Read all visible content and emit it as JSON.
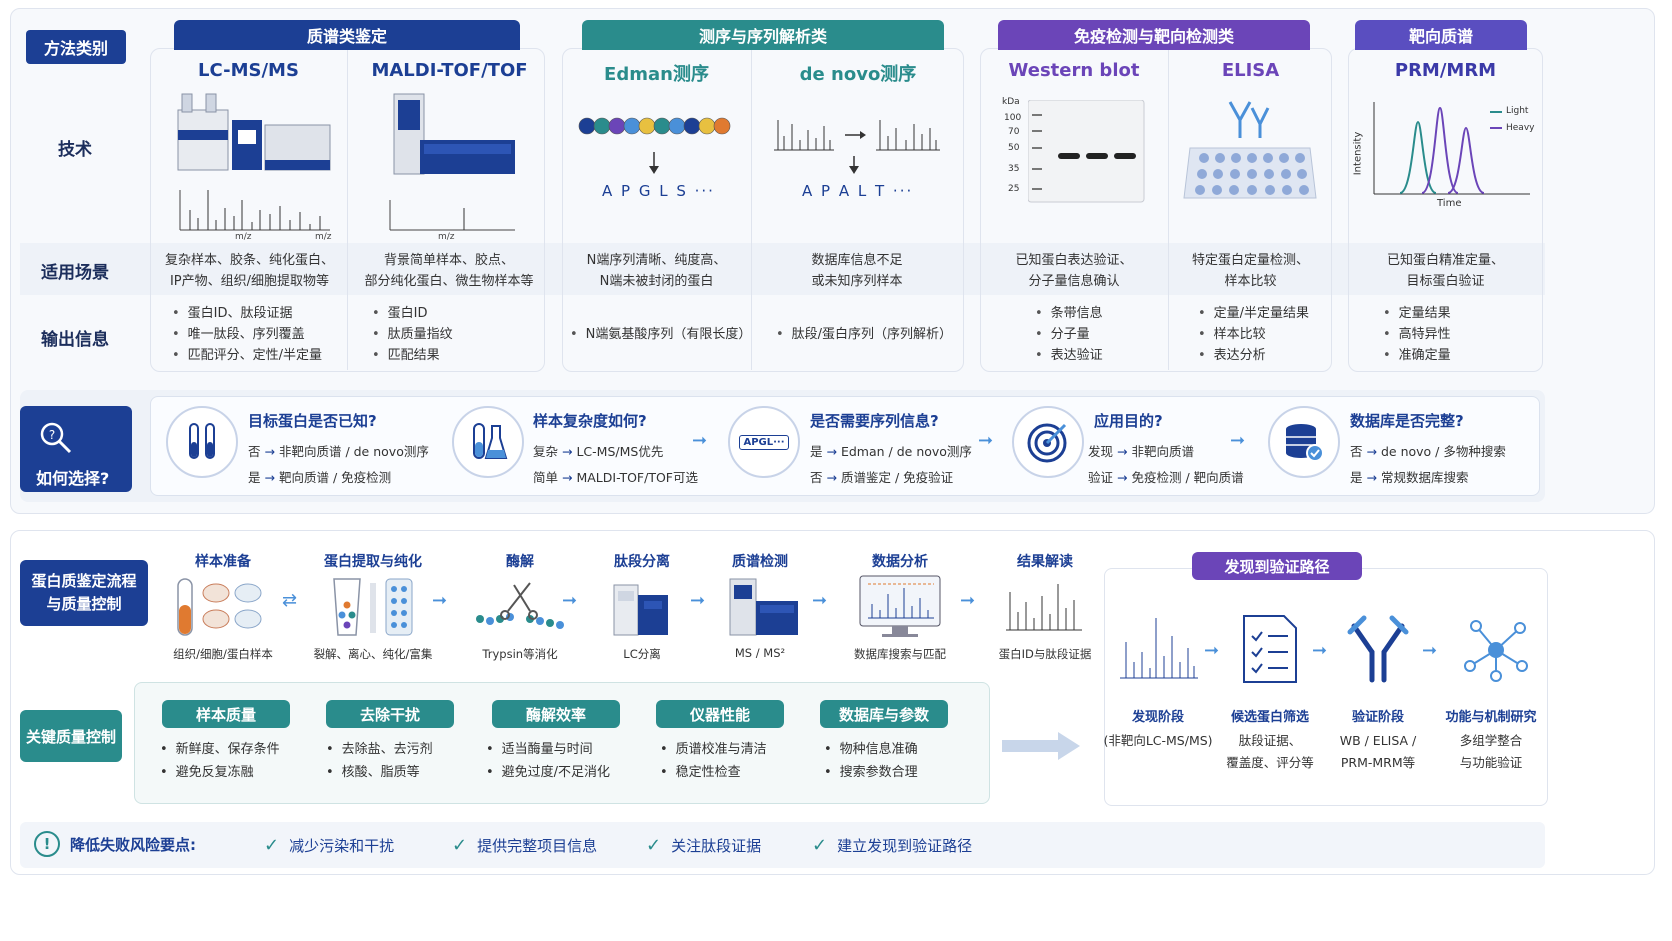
{
  "colors": {
    "navy": "#1c3f94",
    "teal": "#2a8c8c",
    "purple": "#6b45b8",
    "band": "#eef2f8"
  },
  "row_labels": {
    "method": "方法类别",
    "tech": "技术",
    "scene": "适用场景",
    "output": "输出信息"
  },
  "groups": [
    {
      "name": "质谱类鉴定",
      "methods": [
        {
          "name": "LC-MS/MS",
          "scene": [
            "复杂样本、胶条、纯化蛋白、",
            "IP产物、组织/细胞提取物等"
          ],
          "output": [
            "蛋白ID、肽段证据",
            "唯一肽段、序列覆盖",
            "匹配评分、定性/半定量"
          ],
          "axis": "m/z",
          "axis2": "m/z"
        },
        {
          "name": "MALDI-TOF/TOF",
          "scene": [
            "背景简单样本、胶点、",
            "部分纯化蛋白、微生物样本等"
          ],
          "output": [
            "蛋白ID",
            "肽质量指纹",
            "匹配结果"
          ],
          "axis": "m/z"
        }
      ]
    },
    {
      "name": "测序与序列解析类",
      "methods": [
        {
          "name": "Edman测序",
          "scene": [
            "N端序列清晰、纯度高、",
            "N端未被封闭的蛋白"
          ],
          "output": [
            "N端氨基酸序列（有限长度）"
          ],
          "seq": "A P G L S ···"
        },
        {
          "name": "de novo测序",
          "scene": [
            "数据库信息不足",
            "或未知序列样本"
          ],
          "output": [
            "肽段/蛋白序列（序列解析）"
          ],
          "seq": "A P A L T ···"
        }
      ]
    },
    {
      "name": "免疫检测与靶向检测类",
      "methods": [
        {
          "name": "Western blot",
          "scene": [
            "已知蛋白表达验证、",
            "分子量信息确认"
          ],
          "output": [
            "条带信息",
            "分子量",
            "表达验证"
          ],
          "kda": "kDa",
          "ladder": [
            "100",
            "70",
            "50",
            "35",
            "25"
          ]
        },
        {
          "name": "ELISA",
          "scene": [
            "特定蛋白定量检测、",
            "样本比较"
          ],
          "output": [
            "定量/半定量结果",
            "样本比较",
            "表达分析"
          ]
        }
      ]
    },
    {
      "name": "靶向质谱",
      "methods": [
        {
          "name": "PRM/MRM",
          "scene": [
            "已知蛋白精准定量、",
            "目标蛋白验证"
          ],
          "output": [
            "定量结果",
            "高特异性",
            "准确定量"
          ],
          "legend": [
            "Light",
            "Heavy"
          ],
          "xlabel": "Time",
          "ylabel": "Intensity"
        }
      ]
    }
  ],
  "choose": {
    "title": "如何选择?",
    "items": [
      {
        "q": "目标蛋白是否已知?",
        "l1a": "否",
        "l1b": "非靶向质谱 / de novo测序",
        "l2a": "是",
        "l2b": "靶向质谱 / 免疫检测"
      },
      {
        "q": "样本复杂度如何?",
        "l1a": "复杂",
        "l1b": "LC-MS/MS优先",
        "l2a": "简单",
        "l2b": "MALDI-TOF/TOF可选"
      },
      {
        "q": "是否需要序列信息?",
        "l1a": "是",
        "l1b": "Edman / de novo测序",
        "l2a": "否",
        "l2b": "质谱鉴定 / 免疫验证",
        "badge": "APGL···"
      },
      {
        "q": "应用目的?",
        "l1a": "发现",
        "l1b": "非靶向质谱",
        "l2a": "验证",
        "l2b": "免疫检测 / 靶向质谱"
      },
      {
        "q": "数据库是否完整?",
        "l1a": "否",
        "l1b": "de novo / 多物种搜索",
        "l2a": "是",
        "l2b": "常规数据库搜索"
      }
    ]
  },
  "workflow": {
    "title": "蛋白质鉴定流程\n与质量控制",
    "steps": [
      {
        "t": "样本准备",
        "s": "组织/细胞/蛋白样本"
      },
      {
        "t": "蛋白提取与纯化",
        "s": "裂解、离心、纯化/富集"
      },
      {
        "t": "酶解",
        "s": "Trypsin等消化"
      },
      {
        "t": "肽段分离",
        "s": "LC分离"
      },
      {
        "t": "质谱检测",
        "s": "MS / MS²"
      },
      {
        "t": "数据分析",
        "s": "数据库搜索与匹配"
      },
      {
        "t": "结果解读",
        "s": "蛋白ID与肽段证据"
      }
    ]
  },
  "qc": {
    "title": "关键质量控制",
    "items": [
      {
        "h": "样本质量",
        "l": [
          "新鲜度、保存条件",
          "避免反复冻融"
        ]
      },
      {
        "h": "去除干扰",
        "l": [
          "去除盐、去污剂",
          "核酸、脂质等"
        ]
      },
      {
        "h": "酶解效率",
        "l": [
          "适当酶量与时间",
          "避免过度/不足消化"
        ]
      },
      {
        "h": "仪器性能",
        "l": [
          "质谱校准与清洁",
          "稳定性检查"
        ]
      },
      {
        "h": "数据库与参数",
        "l": [
          "物种信息准确",
          "搜索参数合理"
        ]
      }
    ]
  },
  "path": {
    "title": "发现到验证路径",
    "stages": [
      {
        "t": "发现阶段",
        "s": [
          "(非靶向LC-MS/MS)"
        ]
      },
      {
        "t": "候选蛋白筛选",
        "s": [
          "肽段证据、",
          "覆盖度、评分等"
        ]
      },
      {
        "t": "验证阶段",
        "s": [
          "WB / ELISA /",
          "PRM-MRM等"
        ]
      },
      {
        "t": "功能与机制研究",
        "s": [
          "多组学整合",
          "与功能验证"
        ]
      }
    ]
  },
  "tips": {
    "title": "降低失败风险要点:",
    "items": [
      "减少污染和干扰",
      "提供完整项目信息",
      "关注肽段证据",
      "建立发现到验证路径"
    ]
  }
}
